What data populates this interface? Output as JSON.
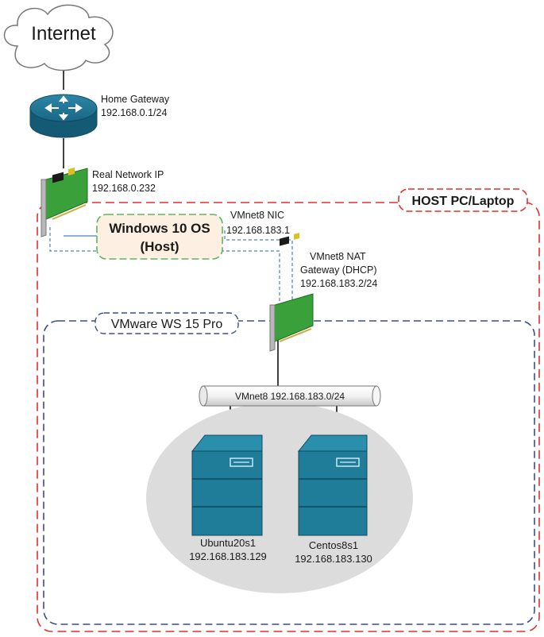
{
  "internet": {
    "label": "Internet"
  },
  "home_gateway": {
    "name": "Home Gateway",
    "ip": "192.168.0.1/24"
  },
  "real_nic": {
    "name": "Real Network IP",
    "ip": "192.168.0.232"
  },
  "host_box": {
    "label": "HOST PC/Laptop"
  },
  "windows_host": {
    "line1": "Windows 10 OS",
    "line2": "(Host)"
  },
  "vmnet8_nic": {
    "name": "VMnet8 NIC",
    "ip": "192.168.183.1"
  },
  "nat_gateway": {
    "line1": "VMnet8 NAT",
    "line2": "Gateway (DHCP)",
    "ip": "192.168.183.2/24"
  },
  "vmware_box": {
    "label": "VMware WS 15 Pro"
  },
  "vmnet8_bus": {
    "label": "VMnet8 192.168.183.0/24"
  },
  "servers": [
    {
      "name": "Ubuntu20s1",
      "ip": "192.168.183.129"
    },
    {
      "name": "Centos8s1",
      "ip": "192.168.183.130"
    }
  ],
  "colors": {
    "host_border": "#e03030",
    "vmware_border": "#3a4f8a",
    "router_fill": "#1e6f8e",
    "server_fill": "#1f7d99",
    "nic_card": "#3aa03a",
    "windows_fill": "#fdf0e2",
    "windows_border": "#5cb85c",
    "cluster_fill": "#dcdcdc"
  }
}
